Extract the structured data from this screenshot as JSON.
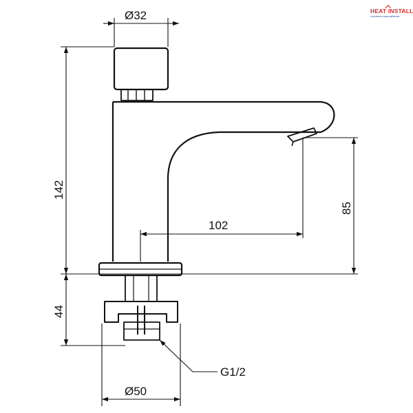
{
  "logo": {
    "name": "HEAT INSTALL",
    "tagline": "отопление и водоснабжение"
  },
  "dimensions": {
    "button_diameter": "Ø32",
    "total_height": "142",
    "spout_height": "85",
    "spout_reach": "102",
    "thread_length": "44",
    "thread_size": "G1/2",
    "base_diameter": "Ø50"
  },
  "colors": {
    "line": "#111111",
    "logo_red": "#d32f2f",
    "logo_blue": "#1f4f9a"
  }
}
